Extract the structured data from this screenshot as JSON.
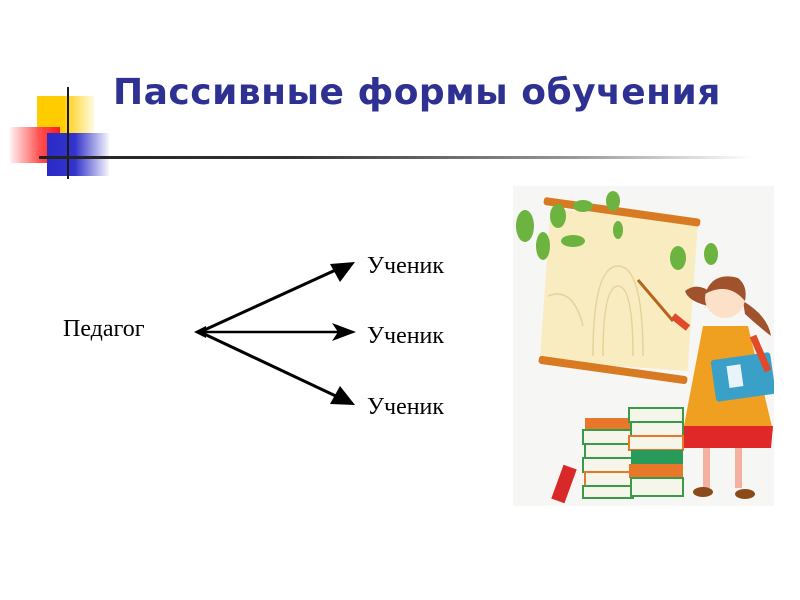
{
  "slide": {
    "title": "Пассивные формы обучения",
    "title_color": "#2e3192",
    "decoration_colors": {
      "yellow": "#ffcc00",
      "red": "#ff1a1a",
      "blue": "#2a2ac8",
      "line": "#222222"
    }
  },
  "diagram": {
    "source": {
      "label": "Педагог"
    },
    "targets": [
      {
        "label": "Ученик"
      },
      {
        "label": "Ученик"
      },
      {
        "label": "Ученик"
      }
    ],
    "connector": "arrow"
  },
  "illustration": {
    "description": "Girl with pointer at a scroll board, stack of books, leafy branch",
    "icon": "teacher-girl-illustration"
  }
}
